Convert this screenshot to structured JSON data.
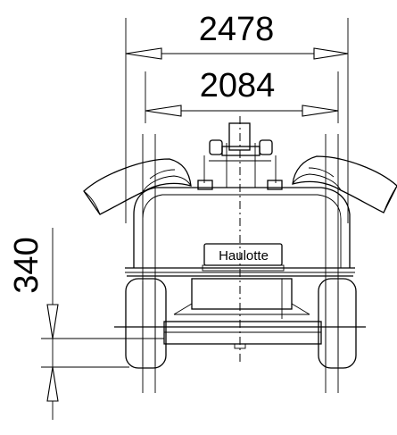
{
  "dimensions": {
    "overall_width": "2478",
    "track_width": "2084",
    "ground_clearance": "340"
  },
  "brand_plate": {
    "text": "Haulotte"
  },
  "colors": {
    "line": "#000000",
    "background": "#ffffff"
  }
}
